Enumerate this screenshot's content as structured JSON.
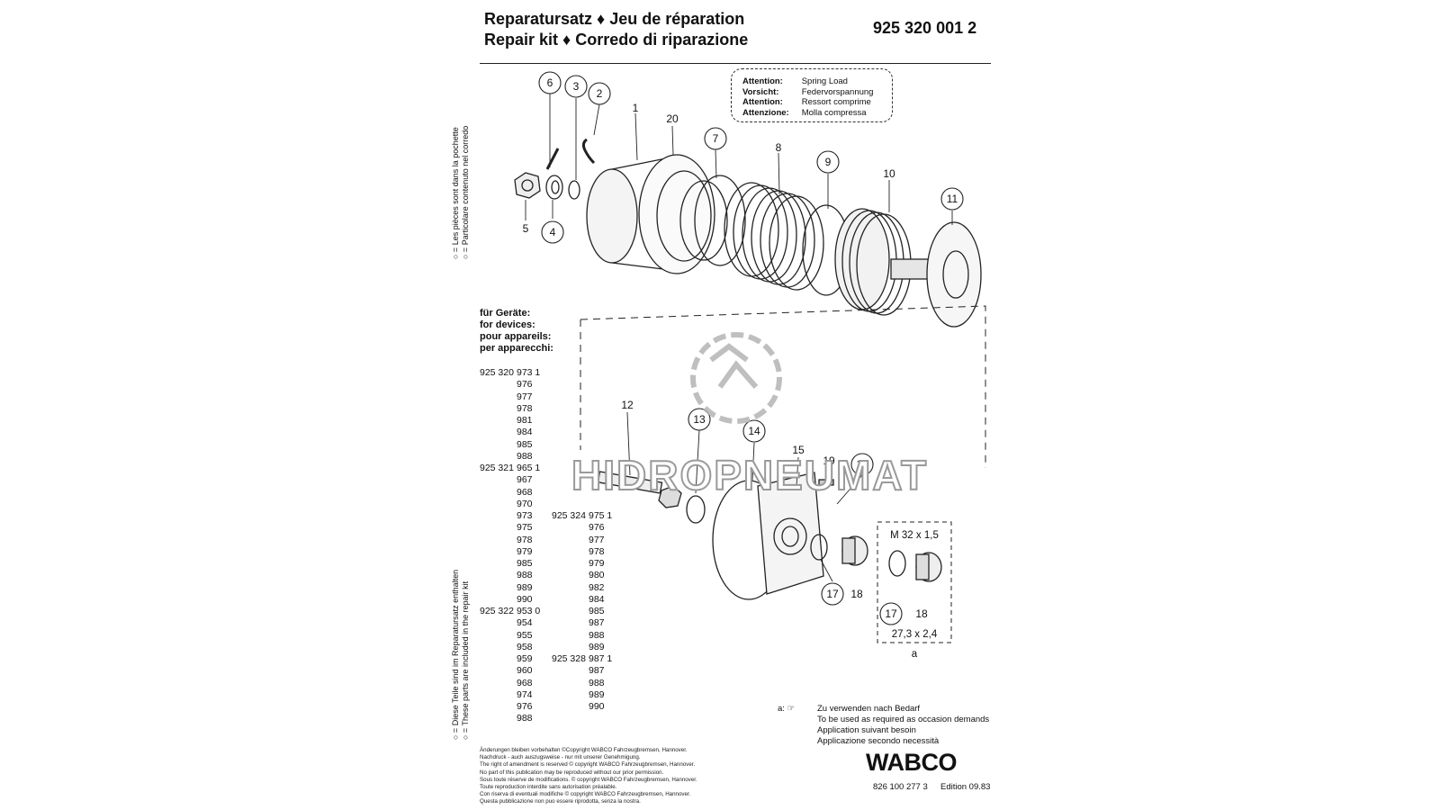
{
  "header": {
    "line1": "Reparatursatz ♦ Jeu de réparation",
    "line2": "Repair kit ♦ Corredo di riparazione",
    "part_number": "925 320 001 2"
  },
  "side_notes": {
    "top_line1": "○ = Les pièces sont dans la pochette",
    "top_line2": "○ = Particolare contenuto nel corredo",
    "bottom_line1": "○ = Diese Teile sind im Reparatursatz enthalten",
    "bottom_line2": "○ = These parts are included in the repair kit"
  },
  "attention": [
    {
      "label": "Attention:",
      "value": "Spring Load"
    },
    {
      "label": "Vorsicht:",
      "value": "Federvorspannung"
    },
    {
      "label": "Attention:",
      "value": "Ressort comprime"
    },
    {
      "label": "Attenzione:",
      "value": "Molla compressa"
    }
  ],
  "devices_heading": [
    "für Geräte:",
    "for devices:",
    "pour appareils:",
    "per apparecchi:"
  ],
  "devices_col1": [
    {
      "prefix": "925 320",
      "num": "973 1"
    },
    {
      "prefix": "",
      "num": "976"
    },
    {
      "prefix": "",
      "num": "977"
    },
    {
      "prefix": "",
      "num": "978"
    },
    {
      "prefix": "",
      "num": "981"
    },
    {
      "prefix": "",
      "num": "984"
    },
    {
      "prefix": "",
      "num": "985"
    },
    {
      "prefix": "",
      "num": "988"
    },
    {
      "prefix": "925 321",
      "num": "965 1"
    },
    {
      "prefix": "",
      "num": "967"
    },
    {
      "prefix": "",
      "num": "968"
    },
    {
      "prefix": "",
      "num": "970"
    },
    {
      "prefix": "",
      "num": "973"
    },
    {
      "prefix": "",
      "num": "975"
    },
    {
      "prefix": "",
      "num": "978"
    },
    {
      "prefix": "",
      "num": "979"
    },
    {
      "prefix": "",
      "num": "985"
    },
    {
      "prefix": "",
      "num": "988"
    },
    {
      "prefix": "",
      "num": "989"
    },
    {
      "prefix": "",
      "num": "990"
    },
    {
      "prefix": "925 322",
      "num": "953 0"
    },
    {
      "prefix": "",
      "num": "954"
    },
    {
      "prefix": "",
      "num": "955"
    },
    {
      "prefix": "",
      "num": "958"
    },
    {
      "prefix": "",
      "num": "959"
    },
    {
      "prefix": "",
      "num": "960"
    },
    {
      "prefix": "",
      "num": "968"
    },
    {
      "prefix": "",
      "num": "974"
    },
    {
      "prefix": "",
      "num": "976"
    },
    {
      "prefix": "",
      "num": "988"
    }
  ],
  "devices_col2": [
    {
      "prefix": "925 324",
      "num": "975 1"
    },
    {
      "prefix": "",
      "num": "976"
    },
    {
      "prefix": "",
      "num": "977"
    },
    {
      "prefix": "",
      "num": "978"
    },
    {
      "prefix": "",
      "num": "979"
    },
    {
      "prefix": "",
      "num": "980"
    },
    {
      "prefix": "",
      "num": "982"
    },
    {
      "prefix": "",
      "num": "984"
    },
    {
      "prefix": "",
      "num": "985"
    },
    {
      "prefix": "",
      "num": "987"
    },
    {
      "prefix": "",
      "num": "988"
    },
    {
      "prefix": "",
      "num": "989"
    },
    {
      "prefix": "925 328",
      "num": "987 1"
    },
    {
      "prefix": "",
      "num": "987"
    },
    {
      "prefix": "",
      "num": "988"
    },
    {
      "prefix": "",
      "num": "989"
    },
    {
      "prefix": "",
      "num": "990"
    }
  ],
  "callouts": {
    "c1": "1",
    "c2": "2",
    "c3": "3",
    "c4": "4",
    "c5": "5",
    "c6": "6",
    "c7": "7",
    "c8": "8",
    "c9": "9",
    "c10": "10",
    "c11": "11",
    "c12": "12",
    "c13": "13",
    "c14": "14",
    "c15": "15",
    "c16": "16",
    "c17": "17",
    "c18": "18",
    "c19": "19",
    "c20": "20",
    "c17b": "17",
    "c18b": "18"
  },
  "detail_a": {
    "thread": "M 32 x 1,5",
    "oring": "27,3 x 2,4",
    "label": "a"
  },
  "watermark": "HIDROPNEUMAT",
  "legend": {
    "key": "a: ☞",
    "lines": [
      "Zu verwenden nach Bedarf",
      "To be used as required as occasion demands",
      "Application suivant besoin",
      "Applicazione secondo necessità"
    ]
  },
  "fine_print": [
    "Änderungen bleiben vorbehalten ©Copyright WABCO Fahrzeugbremsen, Hannover.",
    "Nachdruck - auch auszugsweise - nur mit unserer Genehmigung.",
    "The right of amendment is reserved © copyright WABCO Fahrzeugbremsen, Hannover.",
    "No part of this publication may be reproduced without our prior permission.",
    "Sous toute réserve de modifications. © copyright WABCO Fahrzeugbremsen, Hannover.",
    "Toute reproduction interdite sans autorisation préalable.",
    "Con riserva di eventuali modifiche © copyright WABCO Fahrzeugbremsen, Hannover.",
    "Questa pubblicazione non puo essere riprodotta, senza la nostra."
  ],
  "brand": "WABCO",
  "doc_number": "826 100 277 3",
  "edition": "Edition 09.83"
}
